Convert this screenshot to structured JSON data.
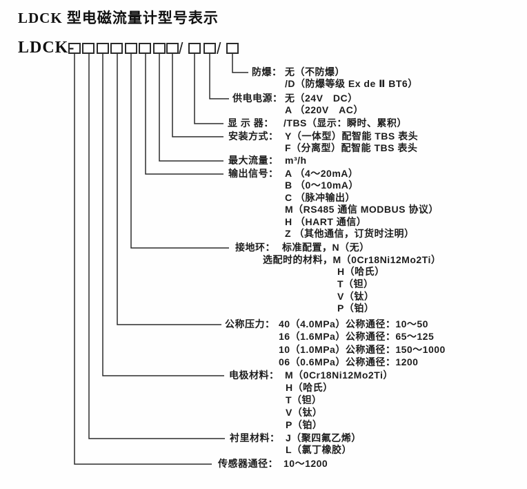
{
  "page": {
    "title": "LDCK 型电磁流量计型号表示"
  },
  "model": {
    "prefix": "LDCK-",
    "separator": "/",
    "box_groups": [
      8,
      2,
      1
    ]
  },
  "categories": [
    {
      "id": "explosion-proof",
      "label": "防爆：",
      "options": [
        "无（不防爆）",
        "/D（防爆等级 Ex de Ⅱ BT6）"
      ]
    },
    {
      "id": "power-supply",
      "label": "供电电源：",
      "options": [
        "无（24V　DC）",
        "A （220V　AC）"
      ]
    },
    {
      "id": "display",
      "label": "显 示 器：",
      "options": [
        "/TBS（显示：瞬时、累积）"
      ]
    },
    {
      "id": "mounting",
      "label": "安装方式：",
      "options": [
        "Y（一体型）配智能 TBS 表头",
        "F（分离型）配智能 TBS 表头"
      ]
    },
    {
      "id": "max-flow",
      "label": "最大流量：",
      "options": [
        "m³/h"
      ]
    },
    {
      "id": "output-signal",
      "label": "输出信号：",
      "options": [
        "A （4～20mA）",
        "B （0～10mA）",
        "C （脉冲输出）",
        "M（RS485 通信 MODBUS 协议）",
        "H （HART 通信）",
        "Z （其他通信，订货时注明）"
      ]
    },
    {
      "id": "grounding-ring",
      "label": "接地环：",
      "options": [
        "标准配置，N（无）",
        "选配时的材料，M（0Cr18Ni12Mo2Ti）",
        "H（哈氏）",
        "T（钽）",
        "V（钛）",
        "P（铂）"
      ]
    },
    {
      "id": "nominal-pressure",
      "label": "公称压力：",
      "options": [
        "40（4.0MPa）公称通径：10～50",
        "16（1.6MPa）公称通径：65～125",
        "10（1.0MPa）公称通径：150～1000",
        "06（0.6MPa）公称通径：1200"
      ]
    },
    {
      "id": "electrode-material",
      "label": "电极材料：",
      "options": [
        "M（0Cr18Ni12Mo2Ti）",
        "H（哈氏）",
        "T（钽）",
        "V（钛）",
        "P（铂）"
      ]
    },
    {
      "id": "lining-material",
      "label": "衬里材料：",
      "options": [
        "J（聚四氟乙烯）",
        "L（氯丁橡胶）"
      ]
    },
    {
      "id": "sensor-diameter",
      "label": "传感器通径：",
      "options": [
        "10～1200"
      ]
    }
  ]
}
